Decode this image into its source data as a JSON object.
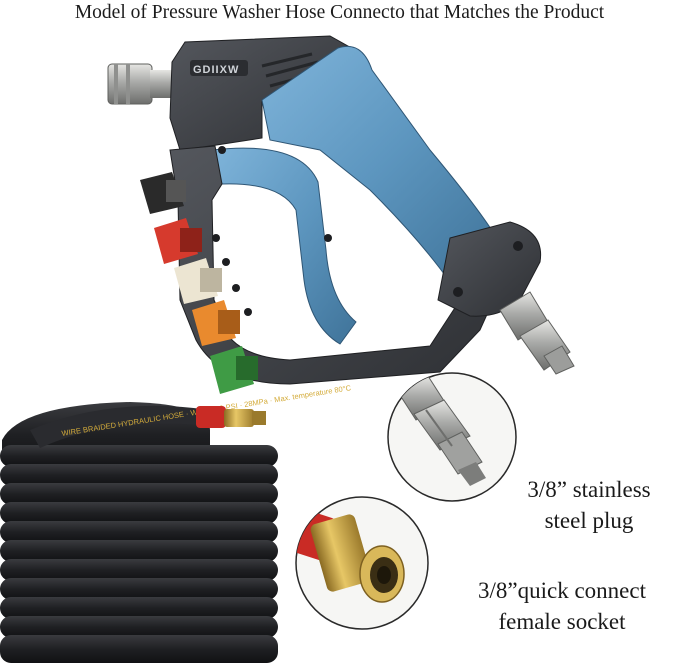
{
  "title": "Model of Pressure Washer Hose Connecto that Matches the Product",
  "gun": {
    "brand_text": "GDIIXW"
  },
  "hose": {
    "print_text": "WIRE BRAIDED HYDRAULIC HOSE · W.P. 4000 PSI · 28MPa · Max. temperature 80°C"
  },
  "callouts": {
    "plug": {
      "line1": "3/8” stainless",
      "line2": "steel plug"
    },
    "socket": {
      "line1": "3/8”quick connect",
      "line2": "female socket"
    }
  },
  "colors": {
    "grip_blue": "#5d96bf",
    "body_dark": "#3b3d42",
    "brass": "#c8a245",
    "steel": "#b8b9b7",
    "hose_black": "#1f2023",
    "nozzle_red": "#d63a2d",
    "nozzle_white": "#ece5d2",
    "nozzle_orange": "#e98a2e",
    "nozzle_green": "#3f9b45",
    "nozzle_black": "#2a2a2a"
  }
}
